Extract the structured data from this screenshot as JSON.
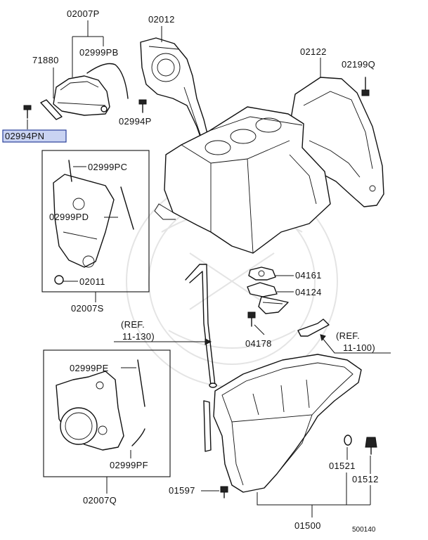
{
  "diagram_id": "500140",
  "colors": {
    "highlight_fill": "#c9d3f2",
    "highlight_stroke": "#2a3f9a",
    "line": "#111111"
  },
  "highlighted_part": "02994PN",
  "labels": {
    "p02007P": "02007P",
    "p02999PB": "02999PB",
    "p71880": "71880",
    "p02994PN": "02994PN",
    "p02012": "02012",
    "p02994P": "02994P",
    "p02122": "02122",
    "p02199Q": "02199Q",
    "p02999PC": "02999PC",
    "p02999PD": "02999PD",
    "p02011": "02011",
    "p02007S": "02007S",
    "p04161": "04161",
    "p04124": "04124",
    "p04178": "04178",
    "ref130_a": "(REF.",
    "ref130_b": "11-130)",
    "ref100_a": "(REF.",
    "ref100_b": "11-100)",
    "p02999PE": "02999PE",
    "p02999PF": "02999PF",
    "p02007Q": "02007Q",
    "p01597": "01597",
    "p01521": "01521",
    "p01512": "01512",
    "p01500": "01500",
    "diagram_no": "500140"
  }
}
